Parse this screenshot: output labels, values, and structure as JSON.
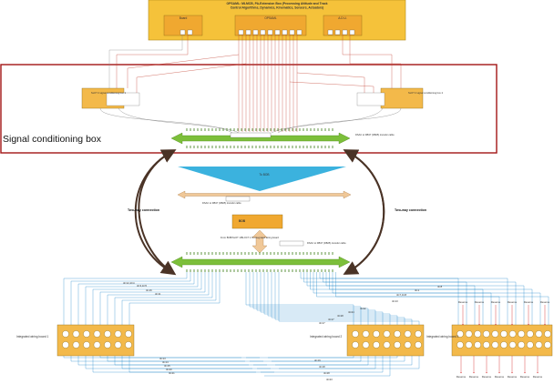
{
  "top_bus": {
    "title_line1": "OPSAML: MLMCB, PA-Extension Box (Processing Attitude and Track",
    "title_line2": "Control Algorithms, Dynamics, Kinematics, Sensors, Actuators)",
    "left_box": "Board",
    "mid_box": "OPSAML",
    "right_box": "A.D.U."
  },
  "signal_box": {
    "label": "Signal conditioning box",
    "left_unit": "SLOT 2 signal conditioning box 1",
    "right_unit": "SLOT 2 signal conditioning box 2"
  },
  "cable_labels": {
    "upper_right": "DSAC to DB37 (DB25) transfer cable",
    "to_bob": "To BOB",
    "mid_left": "DSAC to DB37 (DB25) transfer cable",
    "bob": "BOB",
    "from_bob": "From BOB/SLOT 1/BLOCT 1 To integrated wiring board",
    "lower_right": "DSAC to DB37 (DB25) transfer cable"
  },
  "connections": {
    "left": "Two-way connection",
    "right": "Two-way connection"
  },
  "wiring_boards": [
    {
      "label": "Integrated wiring board 1"
    },
    {
      "label": "Integrated wiring board 2"
    },
    {
      "label": "Integrated wiring board 3"
    }
  ],
  "reserve_label": "Reserve",
  "channel_labels_left_top": [
    "4C12,4C4",
    "4C3,4C5",
    "4C16",
    "4C11"
  ],
  "channel_labels_left_bottom": [
    "4C13",
    "4C14",
    "4C15",
    "4C20",
    "4C21"
  ],
  "channel_labels_right_top": [
    "4C8",
    "4C1",
    "4C7,4C8",
    "4C13"
  ],
  "channel_labels_mid": [
    "4C22",
    "4C24",
    "4C18",
    "4C17",
    "4C17"
  ],
  "channel_labels_mid_bottom": [
    "4C19",
    "4C18",
    "4C28",
    "4C23"
  ]
}
